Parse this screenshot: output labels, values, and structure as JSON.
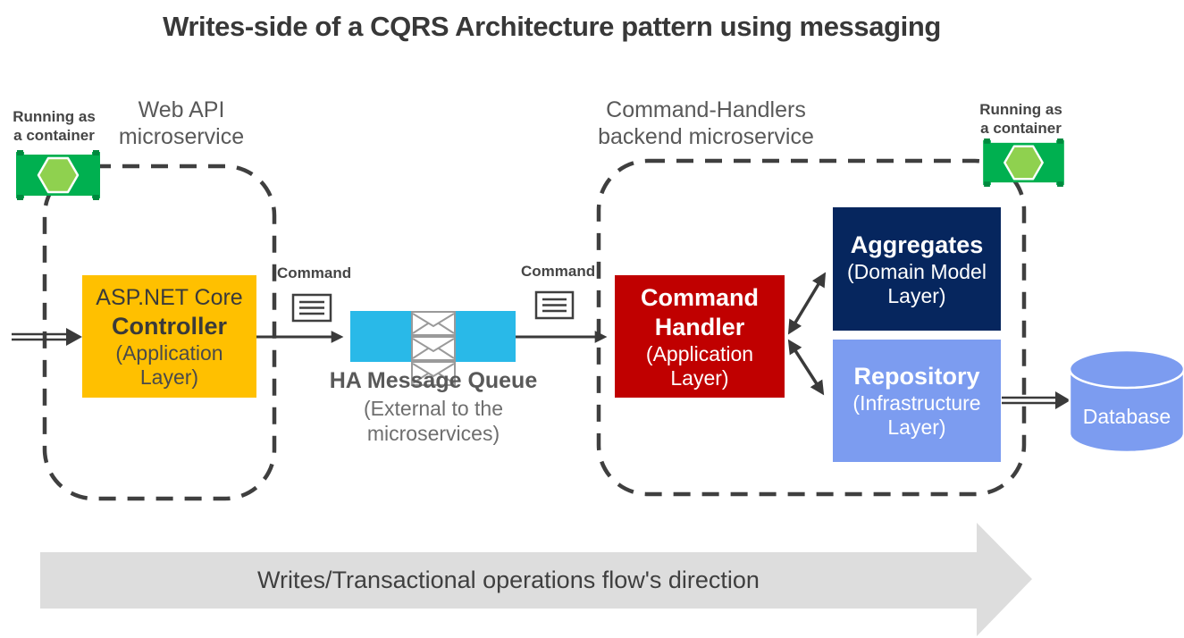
{
  "title": "Writes-side of a CQRS Architecture pattern using messaging",
  "annotations": {
    "running_left": {
      "line1": "Running as",
      "line2": "a container"
    },
    "running_right": {
      "line1": "Running as",
      "line2": "a container"
    },
    "webapi_label": {
      "line1": "Web API",
      "line2": "microservice"
    },
    "backend_label": {
      "line1": "Command-Handlers",
      "line2": "backend microservice"
    },
    "command_label_1": "Command",
    "command_label_2": "Command"
  },
  "nodes": {
    "controller": {
      "title": "ASP.NET Core",
      "subtitle": "Controller",
      "layer_line1": "(Application",
      "layer_line2": "Layer)",
      "color": "#FFC000"
    },
    "queue": {
      "caption": "HA Message Queue",
      "note_line1": "(External to the",
      "note_line2": "microservices)",
      "color": "#29B9E8"
    },
    "command_handler": {
      "title": "Command",
      "subtitle": "Handler",
      "layer_line1": "(Application",
      "layer_line2": "Layer)",
      "color": "#C00000"
    },
    "aggregates": {
      "title": "Aggregates",
      "layer_line1": "(Domain Model",
      "layer_line2": "Layer)",
      "color": "#06265E"
    },
    "repository": {
      "title": "Repository",
      "layer_line1": "(Infrastructure",
      "layer_line2": "Layer)",
      "color": "#7C9CF0"
    },
    "database": {
      "label": "Database",
      "color": "#7C9CF0"
    }
  },
  "flow_banner": {
    "label": "Writes/Transactional operations flow's direction",
    "color": "#DDDDDD"
  },
  "style_colors": {
    "line": "#3F3F3F",
    "container_green": "#00B050",
    "container_hexagon": "#8FD14F",
    "title_text": "#383838",
    "zone_text": "#595959"
  }
}
